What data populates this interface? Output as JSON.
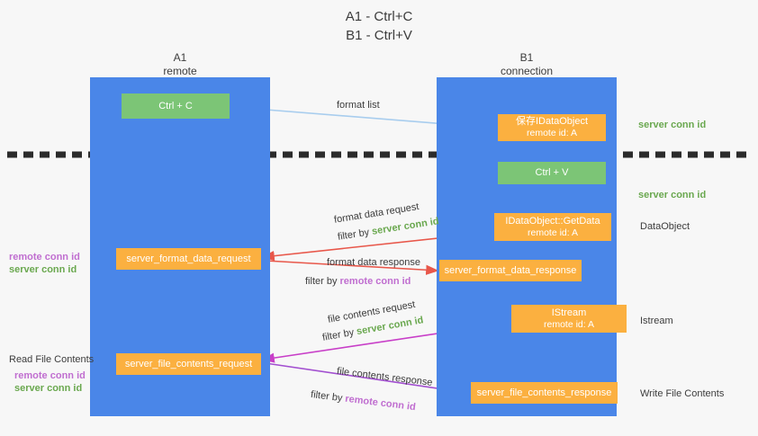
{
  "title": {
    "line1": "A1 - Ctrl+C",
    "line2": "B1 - Ctrl+V"
  },
  "columns": {
    "a": {
      "name": "A1",
      "subtitle": "remote"
    },
    "b": {
      "name": "B1",
      "subtitle": "connection"
    }
  },
  "boxes": {
    "ctrl_c": {
      "label": "Ctrl + C"
    },
    "ctrl_v": {
      "label": "Ctrl + V"
    },
    "save_dataobject": {
      "line1": "保存IDataObject",
      "line2": "remote id: A"
    },
    "getdata": {
      "line1": "IDataObject::GetData",
      "line2": "remote id: A"
    },
    "istream": {
      "line1": "IStream",
      "line2": "remote id: A"
    },
    "server_format_data_request": {
      "label": "server_format_data_request"
    },
    "server_format_data_response": {
      "label": "server_format_data_response"
    },
    "server_file_contents_request": {
      "label": "server_file_contents_request"
    },
    "server_file_contents_response": {
      "label": "server_file_contents_response"
    }
  },
  "captions": {
    "format_list": "format list",
    "format_data_request": "format data request",
    "filter_by_prefix": "filter by",
    "server_conn_id": "server conn id",
    "remote_conn_id": "remote conn id",
    "format_data_response": "format data response",
    "file_contents_request": "file contents request",
    "file_contents_response": "file contents response"
  },
  "right_labels": {
    "server_conn_id_top": "server conn id",
    "server_conn_id_mid": "server conn id",
    "dataobject": "DataObject",
    "istream": "Istream",
    "write_file_contents": "Write File Contents"
  },
  "left_labels": {
    "remote_conn_id_top": "remote conn id",
    "server_conn_id_top": "server conn id",
    "read_file_contents": "Read File Contents",
    "remote_conn_id_bottom": "remote conn id",
    "server_conn_id_bottom": "server conn id"
  },
  "colors": {
    "lane": "#4a86e8",
    "green_box": "#7cc576",
    "orange_box": "#fbb040",
    "green_text": "#6aa84f",
    "purple_text": "#c06ed0",
    "light_blue_arrow": "#a8cdee",
    "red_arrow": "#e8574a",
    "magenta_arrow": "#c83fc8",
    "purple_arrow": "#a24fd0",
    "black_arrow": "#000000",
    "background": "#f7f7f7"
  }
}
